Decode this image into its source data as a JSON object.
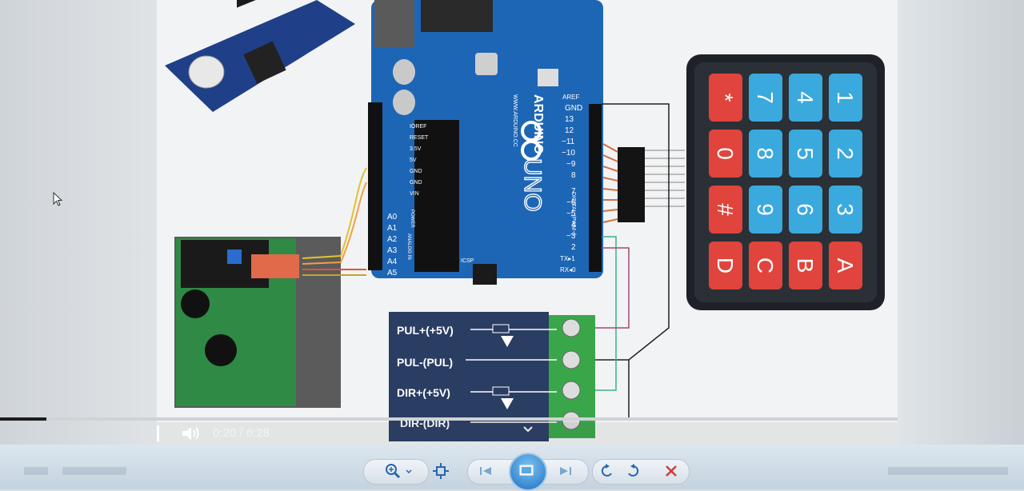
{
  "player": {
    "current_time": "0:20",
    "separator": " / ",
    "duration": "6:28",
    "progress_fraction": 0.052
  },
  "board": {
    "header_left": [
      "IOREF",
      "RESET",
      "3.5V",
      "5V",
      "GND",
      "GND",
      "VIN"
    ],
    "power_label": "POWER",
    "analog_pins": [
      "A0",
      "A1",
      "A2",
      "A3",
      "A4",
      "A5"
    ],
    "analog_label": "ANALOG IN",
    "brand": "ARDUINO",
    "model": "UNO",
    "site": "WWW.ARDUINO.CC",
    "digital_label": "DIGITAL (PWM~)",
    "digital_pins": [
      "AREF",
      "GND",
      "13",
      "12",
      "~11",
      "~10",
      "~9",
      "8",
      "7",
      "~6",
      "~5",
      "4",
      "~3",
      "2",
      "TX▸1",
      "RX◂0"
    ],
    "icsp": "ICSP"
  },
  "driver": {
    "labels": [
      "PUL+(+5V)",
      "PUL-(PUL)",
      "DIR+(+5V)",
      "DIR-(DIR)"
    ]
  },
  "keypad": {
    "keys": [
      [
        "*",
        "7",
        "4",
        "1"
      ],
      [
        "0",
        "8",
        "5",
        "2"
      ],
      [
        "#",
        "9",
        "6",
        "3"
      ],
      [
        "D",
        "C",
        "B",
        "A"
      ]
    ],
    "colors": {
      "red": "#e0443c",
      "blue": "#3aa9dd",
      "frame": "#1e2228"
    }
  },
  "colors": {
    "board": "#1d66b6",
    "terminal": "#3aa64a",
    "driver": "#2a3d63",
    "lcd_pcb": "#2f8a45"
  }
}
